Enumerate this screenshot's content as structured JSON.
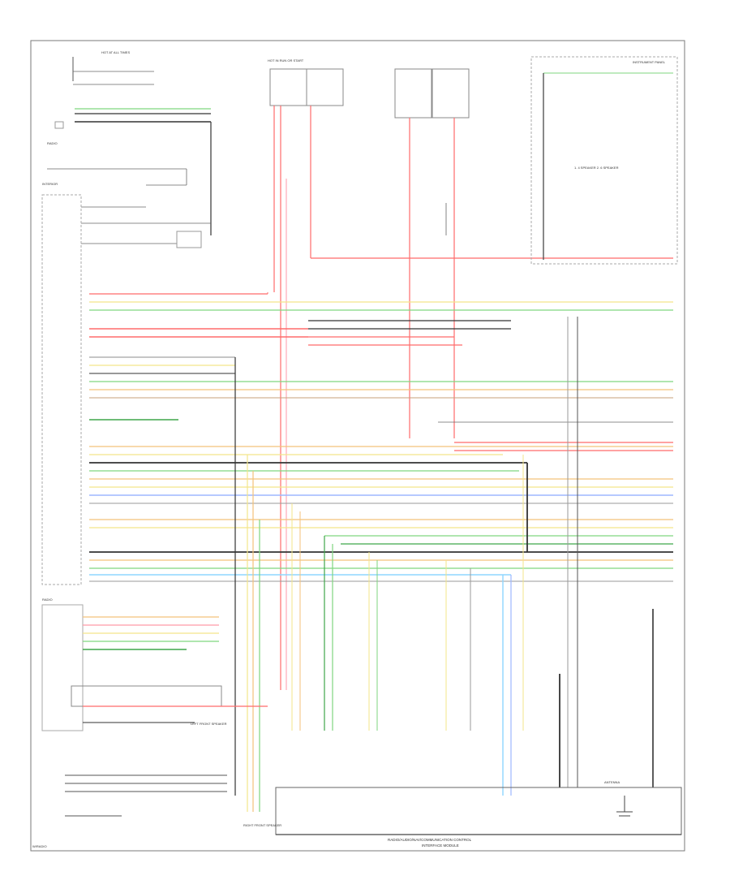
{
  "diagram": {
    "type": "wiring-schematic",
    "wire_colors": {
      "red": "#ff6b6b",
      "pink": "#ff9aa8",
      "green": "#7fd67f",
      "dark_green": "#3fa64a",
      "yellow": "#f3e58a",
      "orange": "#f4c27a",
      "blue": "#9db7ff",
      "light_blue": "#8fd6ff",
      "gray": "#9a9a9a",
      "black": "#333333",
      "brown": "#c7a07a"
    },
    "labels": {
      "left_block_1": "HOT AT ALL TIMES",
      "left_block_2": "RADIO",
      "left_block_3": "INTERIOR",
      "left_block_4": "RADIO",
      "mid_block": "HOT IN RUN OR START",
      "right_block": "INSTRUMENT PANEL",
      "speaker_left_front": "LEFT FRONT SPEAKER",
      "speaker_right_front": "RIGHT FRONT SPEAKER",
      "antenna": "ANTENNA",
      "footer_main": "RADIO/AUDIO/NAV/COMMUNICATION CONTROL",
      "footer_sub": "INTERFACE MODULE",
      "corner_tag": "W/RADIO"
    },
    "legend_note": "1. 4 SPEAKER  2. 6 SPEAKER"
  }
}
